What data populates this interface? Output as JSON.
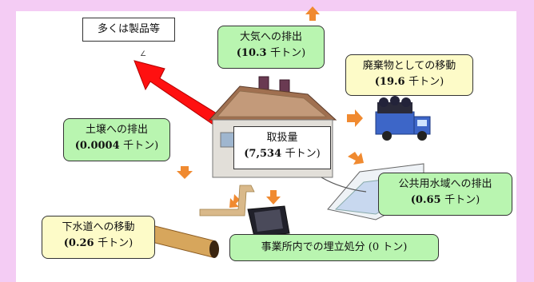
{
  "colors": {
    "page_bg": "#f4ccf4",
    "box_green": "#b9f5b0",
    "box_yellow": "#fdfbc8",
    "arrow_red": "#ff1010",
    "arrow_orange": "#f08a30"
  },
  "products": {
    "text": "多くは製品等"
  },
  "air": {
    "label": "大気への排出",
    "value": "(10.3",
    "unit": "千トン)"
  },
  "waste": {
    "label": "廃棄物としての移動",
    "value": "(19.6",
    "unit": "千トン)"
  },
  "soil": {
    "label": "土壌への排出",
    "value": "(0.0004",
    "unit": "千トン)"
  },
  "handled": {
    "label": "取扱量",
    "value": "(7,534",
    "unit": "千トン)"
  },
  "water": {
    "label": "公共用水域への排出",
    "value": "(0.65",
    "unit": "千トン)"
  },
  "sewer": {
    "label": "下水道への移動",
    "value": "(0.26",
    "unit": "千トン)"
  },
  "landfill": {
    "text": "事業所内での埋立処分 (0 トン)"
  },
  "icons": [
    "factory-icon",
    "truck-icon",
    "pipe-icon",
    "landfill-pit-icon",
    "water-channel-icon",
    "products-arrow-icon"
  ]
}
